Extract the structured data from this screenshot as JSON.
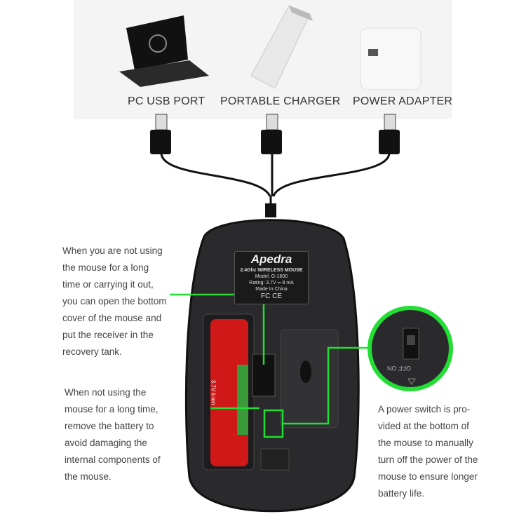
{
  "devices": [
    {
      "label": "PC USB PORT",
      "icon": "laptop-icon"
    },
    {
      "label": "PORTABLE CHARGER",
      "icon": "power-bank-icon"
    },
    {
      "label": "POWER ADAPTER",
      "icon": "power-adapter-icon"
    }
  ],
  "mouse_label": {
    "brand": "Apedra",
    "line1": "2.4Ghz WIRELESS MOUSE",
    "model": "Model: G-1600",
    "rating": "Rating: 3.7V ═ 8 mA",
    "origin": "Made In China",
    "marks": "FC CE"
  },
  "switch_label": "OFF ON",
  "battery_label": "3.7V li-ion",
  "notes": {
    "receiver": "When you are not using\nthe mouse for a long\ntime or carrying it out,\nyou can open the bottom\ncover of the mouse and\nput the receiver in the\nrecovery tank.",
    "battery": "When not using the\nmouse for a long time,\nremove the battery to\navoid damaging the\ninternal components of\nthe mouse.",
    "switch": "A power switch is pro-\nvided at the bottom of\nthe mouse to manually\nturn off the power of the\nmouse to ensure longer\nbattery life."
  },
  "colors": {
    "highlight": "#22dd33",
    "mouse": "#2a2a2c",
    "battery": "#d01818"
  }
}
